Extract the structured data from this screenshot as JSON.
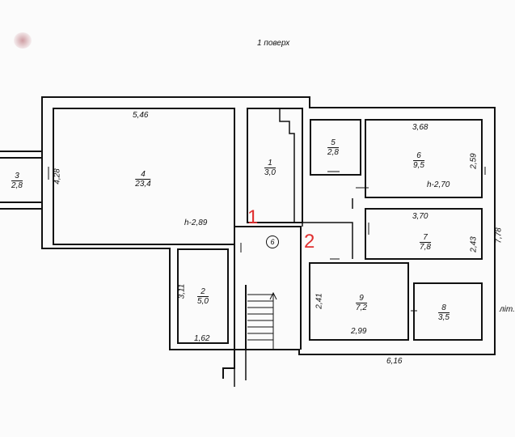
{
  "plan": {
    "title": "1 поверх",
    "side_note": "літ.",
    "markers": {
      "entrance_1": "1",
      "entrance_2": "2",
      "corridor_circle": "6"
    },
    "rooms": [
      {
        "number": "1",
        "area": "3,0"
      },
      {
        "number": "2",
        "area": "5,0"
      },
      {
        "number": "3",
        "area": "2,8"
      },
      {
        "number": "4",
        "area": "23,4"
      },
      {
        "number": "5",
        "area": "2,8"
      },
      {
        "number": "6",
        "area": "9,5"
      },
      {
        "number": "7",
        "area": "7,8"
      },
      {
        "number": "8",
        "area": "3,5"
      },
      {
        "number": "9",
        "area": "7,2"
      }
    ],
    "heights": {
      "room_4": "h-2,89",
      "room_6": "h-2,70"
    },
    "dimensions": {
      "room4_width": "5,46",
      "room4_depth": "4,28",
      "room2_depth": "3,11",
      "room2_width": "1,62",
      "room6_width": "3,68",
      "room6_depth": "2,59",
      "room7_width": "3,70",
      "room7_depth": "2,43",
      "room9_depth": "2,41",
      "room9_width": "2,99",
      "right_block_width": "6,16",
      "overall_depth": "7,78"
    },
    "colors": {
      "marker_red": "#e03030",
      "line": "#111111"
    }
  }
}
